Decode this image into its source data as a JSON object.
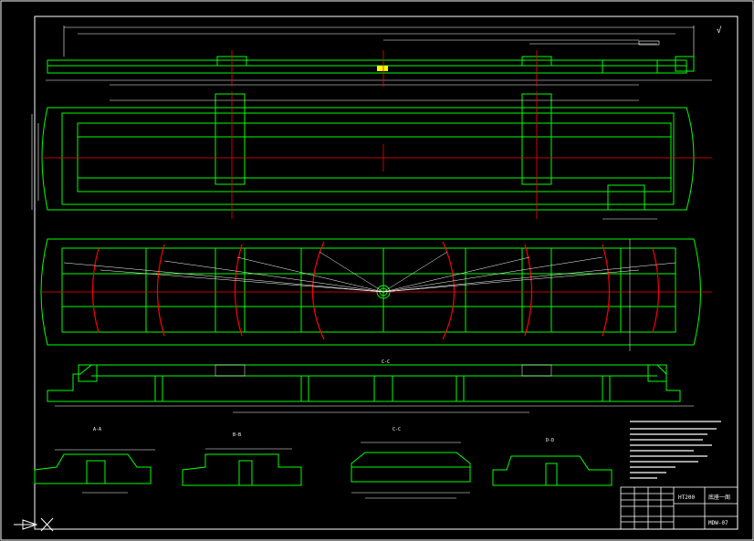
{
  "drawing": {
    "top_right_mark": "√",
    "section_labels": {
      "main": "C-C",
      "a": "A-A",
      "b": "B-B",
      "c": "C-C",
      "d": "D-D"
    },
    "title_block": {
      "material": "HT200",
      "part_name": "底座一阁",
      "drawing_no": "MDW-07"
    },
    "colors": {
      "background": "#000000",
      "outline": "#00ff00",
      "centerline": "#ff0000",
      "dimension": "#ffffff",
      "highlight": "#ffff00",
      "frame": "#ffffff"
    }
  }
}
